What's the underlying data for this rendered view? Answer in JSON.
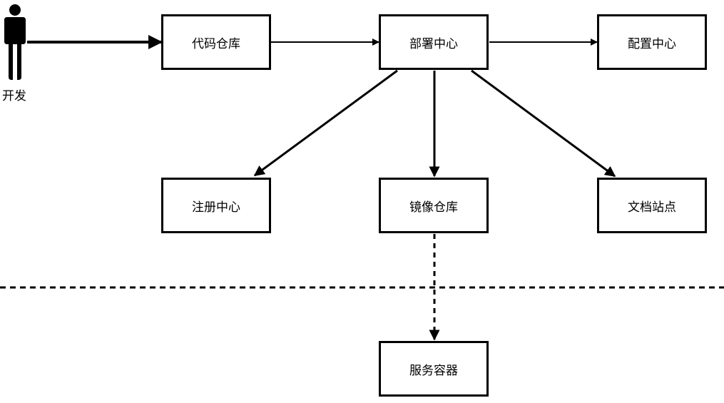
{
  "actor": {
    "label": "开发",
    "icon": "person-icon"
  },
  "nodes": {
    "code_repo": "代码仓库",
    "deploy_center": "部署中心",
    "config_center": "配置中心",
    "registry_center": "注册中心",
    "image_repo": "镜像仓库",
    "doc_site": "文档站点",
    "service_container": "服务容器"
  },
  "edges": [
    {
      "from": "actor",
      "to": "code_repo",
      "style": "solid"
    },
    {
      "from": "code_repo",
      "to": "deploy_center",
      "style": "solid"
    },
    {
      "from": "deploy_center",
      "to": "config_center",
      "style": "solid"
    },
    {
      "from": "deploy_center",
      "to": "registry_center",
      "style": "solid"
    },
    {
      "from": "deploy_center",
      "to": "image_repo",
      "style": "solid"
    },
    {
      "from": "deploy_center",
      "to": "doc_site",
      "style": "solid"
    },
    {
      "from": "image_repo",
      "to": "service_container",
      "style": "dashed"
    }
  ],
  "divider": {
    "style": "dashed"
  },
  "colors": {
    "stroke": "#000000",
    "fill": "#ffffff"
  }
}
